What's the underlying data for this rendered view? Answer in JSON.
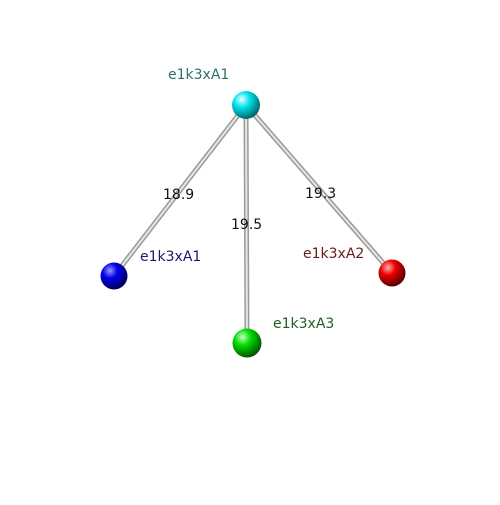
{
  "nodes": {
    "center": {
      "label": "e1k3xA1",
      "color": "#00e5ee",
      "label_color": "#2f6f6f"
    },
    "left": {
      "label": "e1k3xA1",
      "color": "#0000ee",
      "label_color": "#1a1a6a"
    },
    "bottom": {
      "label": "e1k3xA3",
      "color": "#00dd00",
      "label_color": "#1f5f1f"
    },
    "right": {
      "label": "e1k3xA2",
      "color": "#ee0000",
      "label_color": "#6a1a1a"
    }
  },
  "edges": {
    "center_left": {
      "label": "18.9"
    },
    "center_bottom": {
      "label": "19.5"
    },
    "center_right": {
      "label": "19.3"
    }
  }
}
